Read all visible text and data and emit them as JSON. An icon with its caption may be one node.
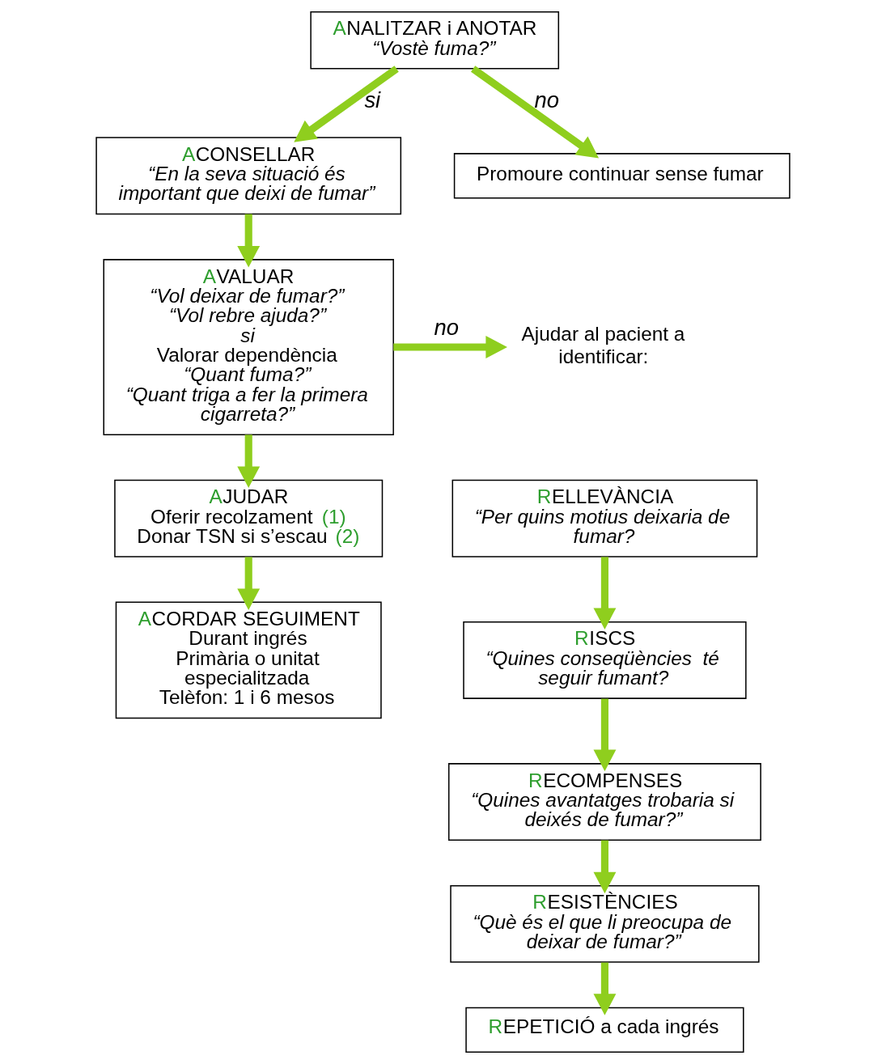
{
  "diagram": {
    "nodes": [
      {
        "text": [
          "ANALITZAR i ANOTAR",
          "“Vostè fuma?”"
        ]
      },
      {
        "text": [
          "ACONSELLAR",
          "“En la seva situació és important que deixi de fumar”"
        ]
      },
      {
        "text": [
          "Promoure continuar sense fumar"
        ]
      },
      {
        "text": [
          "AVALUAR",
          "“Vol deixar de fumar?”",
          "“Vol rebre ajuda?”",
          "si",
          "Valorar dependència",
          "“Quant fuma?”",
          "“Quant triga a fer la primera cigarreta?”"
        ]
      },
      {
        "text": [
          "AJUDAR",
          "Oferir recolzament",
          "(1)",
          "Donar TSN si s’escau",
          "(2)"
        ]
      },
      {
        "text": [
          "ACORDAR SEGUIMENT",
          "Durant ingrés",
          "Primària o unitat especialitzada",
          "Telèfon: 1 i 6 mesos"
        ]
      },
      {
        "text": [
          "Ajudar al pacient a identificar:"
        ]
      },
      {
        "text": [
          "RELLEVÀNCIA",
          "“Per quins motius deixaria de fumar?"
        ]
      },
      {
        "text": [
          "RISCS",
          "“Quines conseqüències  té seguir fumant?"
        ]
      },
      {
        "text": [
          "RECOMPENSES",
          "“Quines avantatges trobaria si deixés de fumar?”"
        ]
      },
      {
        "text": [
          "RESISTÈNCIES",
          "“Què és el que li preocupa de deixar de fumar?”"
        ]
      },
      {
        "text": [
          "REPETICIÓ a cada ingrés"
        ]
      }
    ],
    "edges": [
      {
        "from": 0,
        "to": 1,
        "arrow": "to",
        "label": "si"
      },
      {
        "from": 0,
        "to": 2,
        "arrow": "to",
        "label": "no"
      },
      {
        "from": 1,
        "to": 3,
        "arrow": "to"
      },
      {
        "from": 3,
        "to": 4,
        "arrow": "to"
      },
      {
        "from": 4,
        "to": 5,
        "arrow": "to"
      },
      {
        "from": 3,
        "to": 6,
        "arrow": "to",
        "label": "no"
      },
      {
        "from": 7,
        "to": 8,
        "arrow": "to"
      },
      {
        "from": 8,
        "to": 9,
        "arrow": "to"
      },
      {
        "from": 9,
        "to": 10,
        "arrow": "to"
      },
      {
        "from": 10,
        "to": 11,
        "arrow": "to"
      }
    ]
  }
}
